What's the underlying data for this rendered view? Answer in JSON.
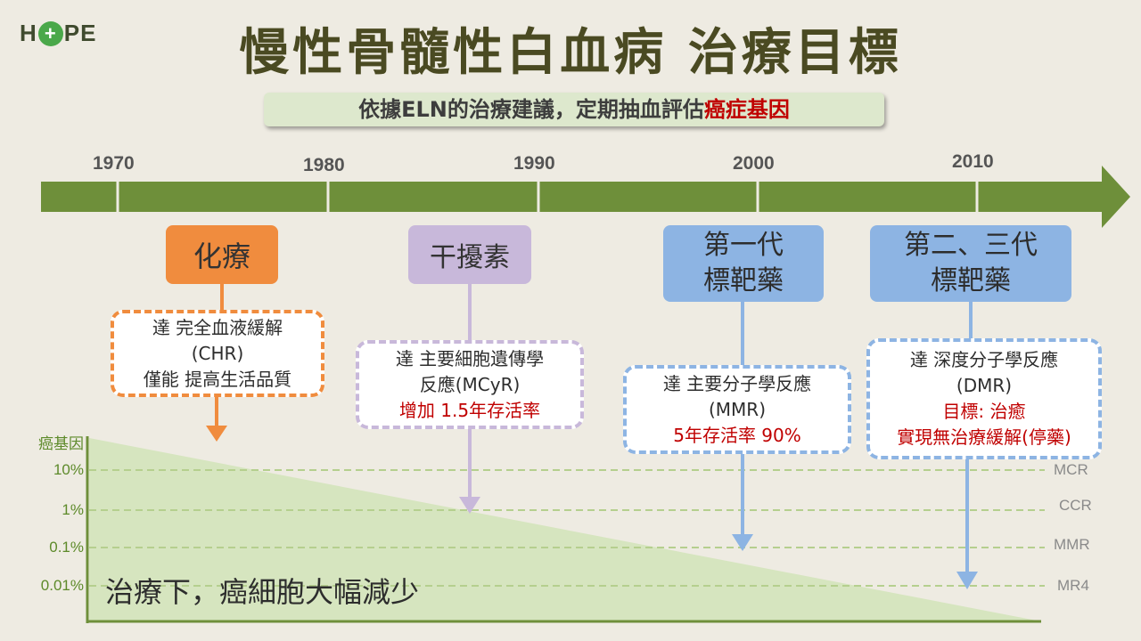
{
  "logo": {
    "h": "H",
    "o": "+",
    "pe": "PE"
  },
  "title": "慢性骨髓性白血病 治療目標",
  "subtitle": {
    "text": "依據ELN的治療建議，定期抽血評估",
    "highlight": "癌症基因"
  },
  "timeline": {
    "years": [
      "1970",
      "1980",
      "1990",
      "2000",
      "2010"
    ],
    "color": "#6e8f3a"
  },
  "treatments": {
    "chemo": {
      "label": "化療",
      "line1": "達 完全血液緩解",
      "line2": "(CHR)",
      "line3": "僅能 提高生活品質",
      "color": "#f08c3e"
    },
    "interferon": {
      "label": "干擾素",
      "line1": "達 主要細胞遺傳學",
      "line2": "反應(MCyR)",
      "line3": "增加 1.5年存活率",
      "color": "#c8b8da"
    },
    "tki1": {
      "label_line1": "第一代",
      "label_line2": "標靶藥",
      "line1": "達 主要分子學反應",
      "line2": "(MMR)",
      "line3": "5年存活率 90%",
      "color": "#8db4e3"
    },
    "tki2": {
      "label_line1": "第二、三代",
      "label_line2": "標靶藥",
      "line1": "達 深度分子學反應",
      "line2": "(DMR)",
      "line3": "目標: 治癒",
      "line4": "實現無治療緩解(停藥)",
      "color": "#8db4e3"
    }
  },
  "chart": {
    "ylabel": "癌基因",
    "levels": [
      "10%",
      "1%",
      "0.1%",
      "0.01%"
    ],
    "response_labels": [
      "MCR",
      "CCR",
      "MMR",
      "MR4"
    ],
    "caption": "治療下，癌細胞大幅減少",
    "fill_color": "#d6e5bf",
    "axis_color": "#6e8f3a"
  }
}
